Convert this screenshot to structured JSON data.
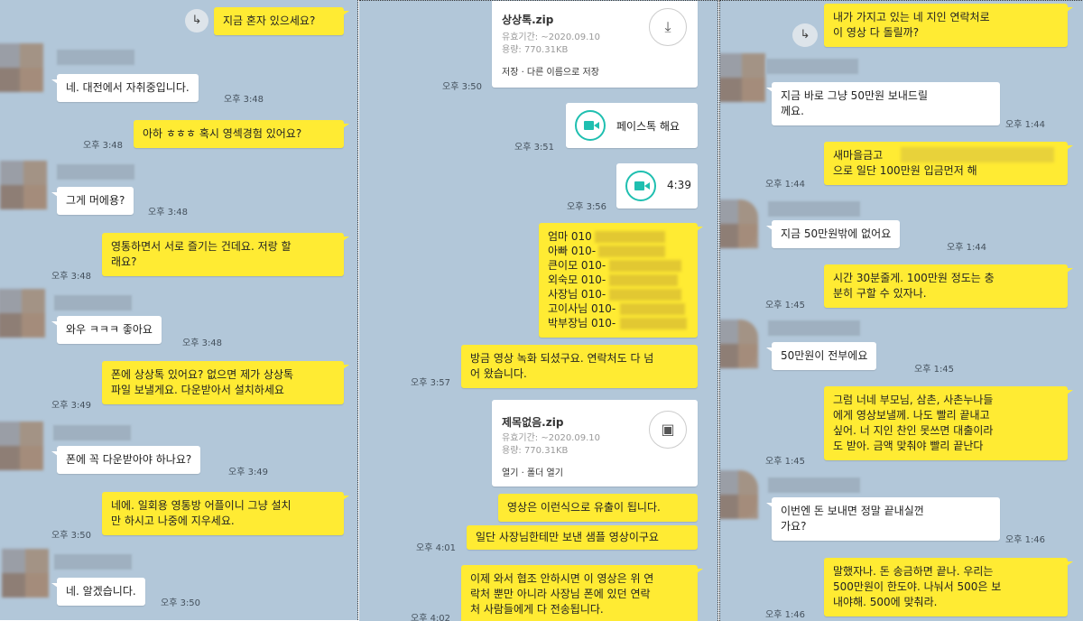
{
  "colors": {
    "background": "#b2c7d9",
    "outgoing_bubble": "#ffeb33",
    "incoming_bubble": "#ffffff",
    "facetalk_accent": "#1fbfb0"
  },
  "panel1": {
    "m1": {
      "text": "지금 혼자 있으세요?",
      "icon": "reply-arrow-icon",
      "icon_glyph": "↳"
    },
    "m2": {
      "text": "네. 대전에서 자취중입니다.",
      "time": "오후 3:48"
    },
    "m3": {
      "text": "아하 ㅎㅎㅎ 혹시 영섹경험 있어요?",
      "time": "오후 3:48"
    },
    "m4": {
      "text": "그게 머에용?",
      "time": "오후 3:48"
    },
    "m5": {
      "text": "영통하면서 서로 즐기는 건데요. 저랑 할\n래요?",
      "time": "오후 3:48"
    },
    "m6": {
      "text": "와우 ㅋㅋㅋ 좋아요",
      "time": "오후 3:48"
    },
    "m7": {
      "text": "폰에 상상톡 있어요? 없으면 제가 상상톡\n파일 보낼게요. 다운받아서 설치하세요",
      "time": "오후 3:49"
    },
    "m8": {
      "text": "폰에 꼭 다운받아야 하나요?",
      "time": "오후 3:49"
    },
    "m9": {
      "text": "네에. 일회용 영통방 어플이니 그냥 설치\n만 하시고 나중에 지우세요.",
      "time": "오후 3:50"
    },
    "m10": {
      "text": "네. 알겠습니다.",
      "time": "오후 3:50"
    }
  },
  "panel2": {
    "file1": {
      "name": "상상톡.zip",
      "meta": "유효기간: ~2020.09.10\n용량: 770.31KB",
      "actions": "저장 · 다른 이름으로 저장",
      "time": "오후 3:50",
      "icon_glyph": "⤓"
    },
    "facetalk": {
      "text": "페이스톡 해요",
      "time": "오후 3:51"
    },
    "video": {
      "duration": "4:39",
      "time": "오후 3:56"
    },
    "contacts": [
      "엄마 010",
      "아빠 010-",
      "큰이모 010-",
      "외숙모 010-",
      "사장님 010-",
      "고이사님 010-",
      "박부장님 010-"
    ],
    "m1": {
      "text": "방금 영상 녹화 되셨구요. 연락처도 다 넘\n어 왔습니다.",
      "time": "오후 3:57"
    },
    "file2": {
      "name": "제목없음.zip",
      "meta": "유효기간: ~2020.09.10\n용량: 770.31KB",
      "actions": "열기 · 폴더 열기",
      "icon_glyph": "▣"
    },
    "m2": {
      "text": "영상은 이런식으로 유출이 됩니다."
    },
    "m3": {
      "text": "일단 사장님한테만 보낸 샘플 영상이구요",
      "time": "오후 4:01"
    },
    "m4": {
      "text": "이제 와서 협조 안하시면 이 영상은 위 연\n락처 뿐만 아니라 사장님 폰에 있던 연락\n처 사람들에게 다 전송됩니다.",
      "time": "오후 4:02"
    }
  },
  "panel3": {
    "m1": {
      "text": "내가 가지고 있는 네 지인 연락처로\n이 영상 다 돌릴까?",
      "icon_glyph": "↳"
    },
    "m2": {
      "text": "지금 바로 그냥 50만원 보내드릴\n께요.",
      "time": "오후 1:44"
    },
    "m3": {
      "text": "새마을금고\n으로 일단 100만원 입금먼저 해",
      "time": "오후 1:44"
    },
    "m4": {
      "text": "지금 50만원밖에 없어요",
      "time": "오후 1:44"
    },
    "m5": {
      "text": "시간 30분줄게. 100만원 정도는 충\n분히 구할 수 있자나.",
      "time": "오후 1:45"
    },
    "m6": {
      "text": "50만원이 전부에요",
      "time": "오후 1:45"
    },
    "m7": {
      "text": "그럼 너네 부모님, 삼촌, 사촌누나들\n에게 영상보낼께. 나도 빨리 끝내고\n싶어. 너 지인 찬인 못쓰면 대출이라\n도 받아. 금액 맞춰야 빨리 끝난다",
      "time": "오후 1:45"
    },
    "m8": {
      "text": "이번엔 돈 보내면 정말 끝내실껀\n가요?",
      "time": "오후 1:46"
    },
    "m9": {
      "text": "말했자나. 돈 송금하면 끝나. 우리는\n500만원이 한도야. 나눠서 500은 보\n내야해. 500에 맞춰라.",
      "time": "오후 1:46"
    }
  }
}
